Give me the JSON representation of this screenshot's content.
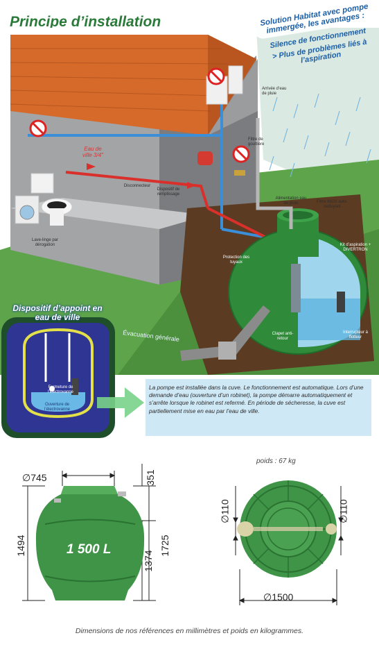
{
  "title": "Principe d’installation",
  "advantages": {
    "headline": "Solution Habitat avec pompe immergée, les avantages :",
    "item1": "Silence de fonctionnement",
    "item2": "> Plus de problèmes liés à l’aspiration"
  },
  "labels": {
    "eau_de_ville": "Eau de ville 3/4\"",
    "disconnector": "Disconnecteur",
    "dispositif": "Dispositif de remplissage",
    "lave_linge": "Lave-linge par dérogation",
    "arrivee_eau_pluie": "Arrivée d’eau de pluie",
    "filtre": "Filtre de gouttière",
    "alimentation_pluie": "Alimentation eau de pluie",
    "filtre_autonettoyant": "Filtre INOX auto-nettoyant",
    "kit_aspiration": "Kit d’aspiration + DIVERTRON",
    "protection_tuyaux": "Protection des tuyaux",
    "clapet": "Clapet anti-retour",
    "interrupteur": "Interrupteur à flotteur",
    "evacuation": "Évacuation générale",
    "fermeture": "Fermeture de l’électrovanne",
    "ouverture": "Ouverture de l’électrovanne"
  },
  "dispositif_title": "Dispositif d’appoint en eau de ville",
  "info_text": "La pompe est installée dans la cuve. Le fonctionnement est automatique. Lors d’une demande d’eau (ouverture d’un robinet), la pompe démarre automatiquement et s’arrête lorsque le robinet est refermé. En période de sécheresse, la cuve est partiellement mise en eau par l’eau de ville.",
  "dimensions": {
    "top_diameter": "∅745",
    "top_height": "351",
    "total_height": "1725",
    "body_height": "1494",
    "mid_height": "1374",
    "pipe_left": "∅110",
    "pipe_right": "∅110",
    "base_diameter": "∅1500"
  },
  "capacity": "1 500 L",
  "weight": "poids : 67 kg",
  "footer": "Dimensions de nos références en millimètres et poids en kilogrammes."
}
